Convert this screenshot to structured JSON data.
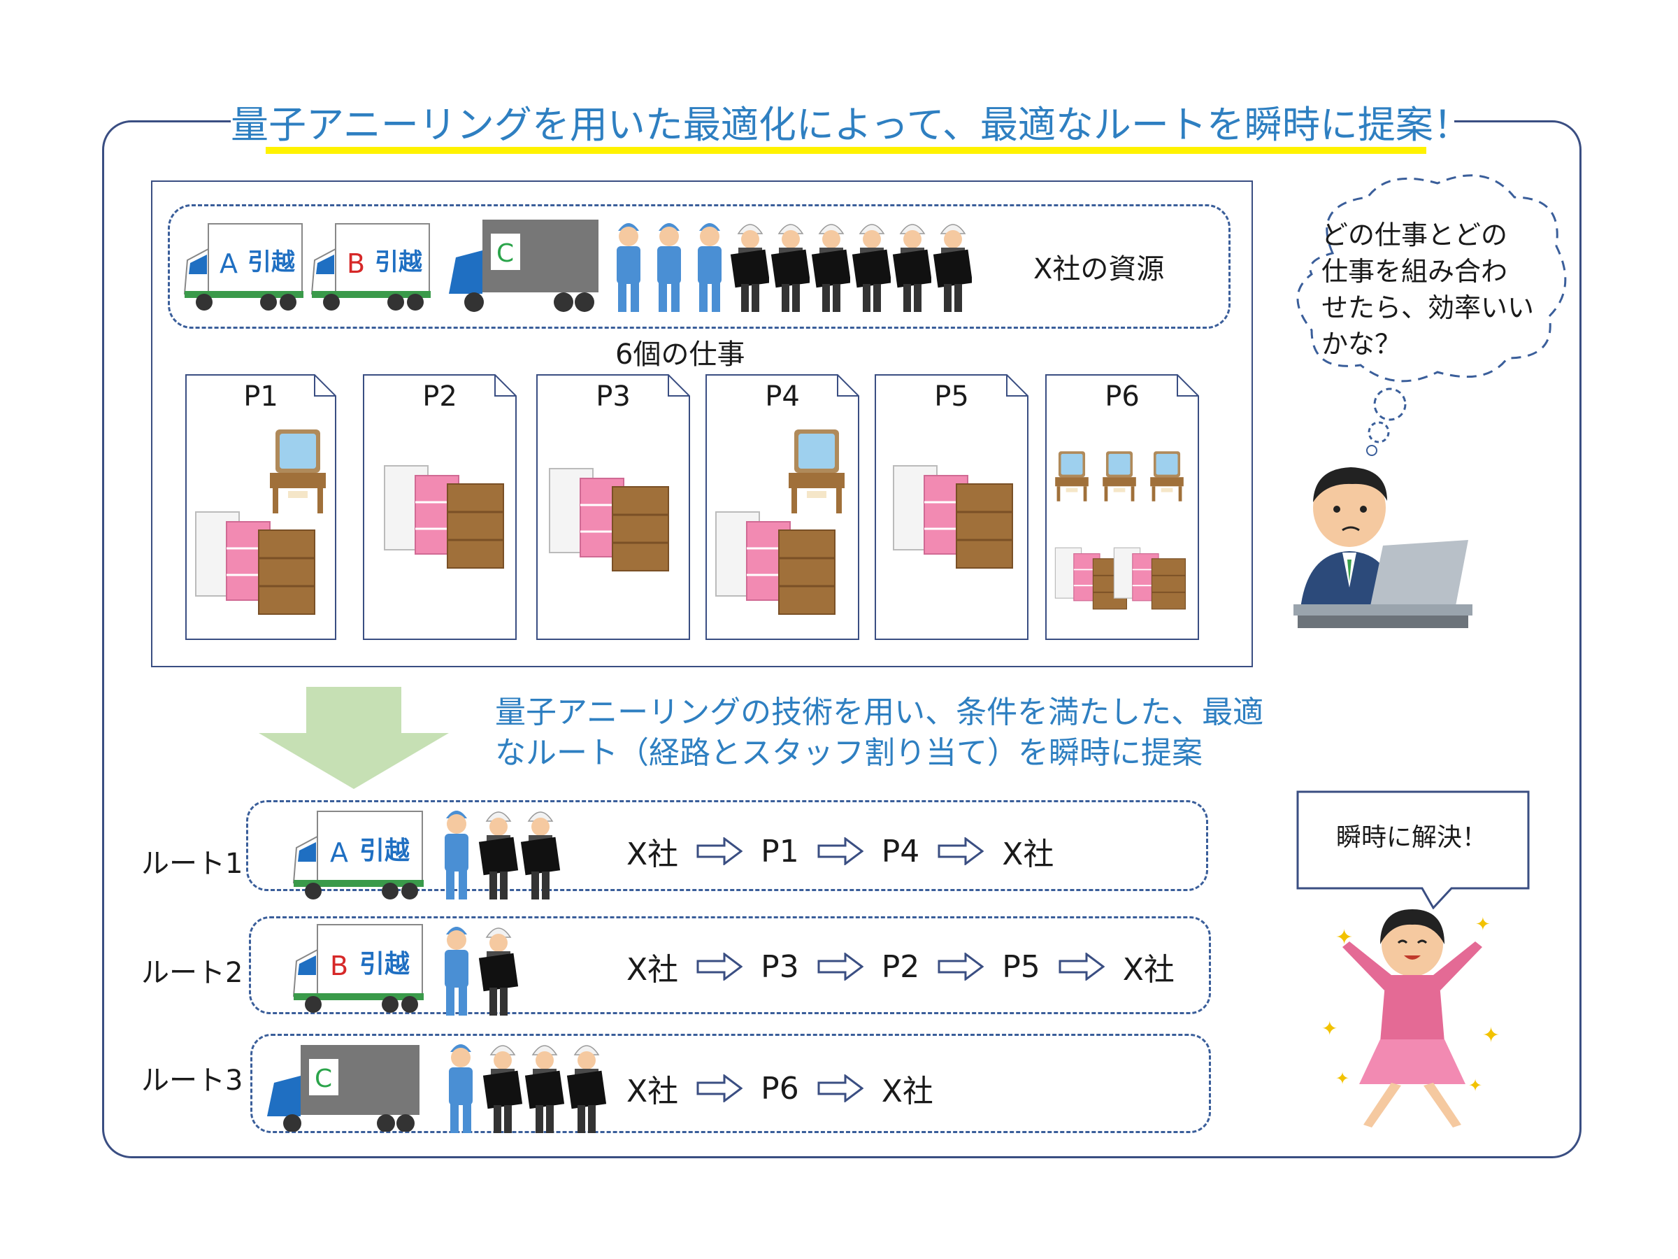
{
  "title": "量子アニーリングを用いた最適化によって、最適なルートを瞬時に提案！",
  "resources": {
    "label": "X社の資源",
    "trucks": [
      {
        "letter": "A",
        "text": "引越"
      },
      {
        "letter": "B",
        "text": "引越"
      },
      {
        "letter": "C"
      }
    ],
    "staff_blue": 3,
    "staff_black": 6
  },
  "jobs": {
    "title": "6個の仕事",
    "items": [
      {
        "label": "P1"
      },
      {
        "label": "P2"
      },
      {
        "label": "P3"
      },
      {
        "label": "P4"
      },
      {
        "label": "P5"
      },
      {
        "label": "P6"
      }
    ]
  },
  "description": {
    "line1": "量子アニーリングの技術を用い、条件を満たした、最適",
    "line2": "なルート（経路とスタッフ割り当て）を瞬時に提案"
  },
  "routes": [
    {
      "label": "ルート1",
      "truck_letter": "A",
      "truck_text": "引越",
      "path": [
        "X社",
        "P1",
        "P4",
        "X社"
      ]
    },
    {
      "label": "ルート2",
      "truck_letter": "B",
      "truck_text": "引越",
      "path": [
        "X社",
        "P3",
        "P2",
        "P5",
        "X社"
      ]
    },
    {
      "label": "ルート3",
      "truck_letter": "C",
      "path": [
        "X社",
        "P6",
        "X社"
      ]
    }
  ],
  "thought_bubble": {
    "line1": "どの仕事とどの",
    "line2": "仕事を組み合わ",
    "line3": "せたら、効率いい",
    "line4": "かな？"
  },
  "speech_bubble": "瞬時に解決！",
  "colors": {
    "frame": "#3a4e82",
    "title": "#2e7fc1",
    "highlight": "#fff200",
    "arrow_fill": "#c6e0b4",
    "truck_blue": "#1f6fc2",
    "staff_blue": "#4a8fd4",
    "pink": "#f28ab2",
    "wood": "#a0703a"
  }
}
